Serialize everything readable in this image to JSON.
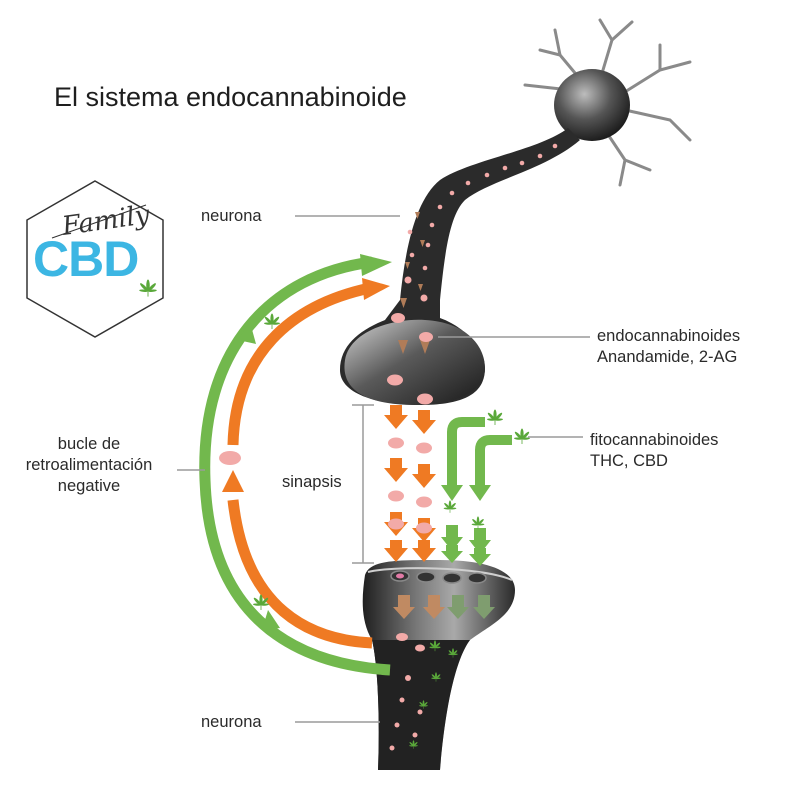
{
  "title": "El sistema endocannabinoide",
  "logo": {
    "script": "Family",
    "brand": "CBD"
  },
  "labels": {
    "neuron_top": "neurona",
    "neuron_bottom": "neurona",
    "endo_line1": "endocannabinoides",
    "endo_line2": "Anandamide, 2-AG",
    "phyto_line1": "fitocannabinoides",
    "phyto_line2": "THC, CBD",
    "loop_line1": "bucle de",
    "loop_line2": "retroalimentación",
    "loop_line3": "negative",
    "synapse": "sinapsis"
  },
  "colors": {
    "orange": "#ef7a23",
    "green": "#72b84d",
    "logo_blue": "#3cb6e3",
    "neuron_dark": "#2b2b2b",
    "pink": "#f2aaa8",
    "leader_line": "#9a9a9a"
  },
  "icons": [
    "hemp-leaf-icon",
    "neuron-cell-icon"
  ]
}
